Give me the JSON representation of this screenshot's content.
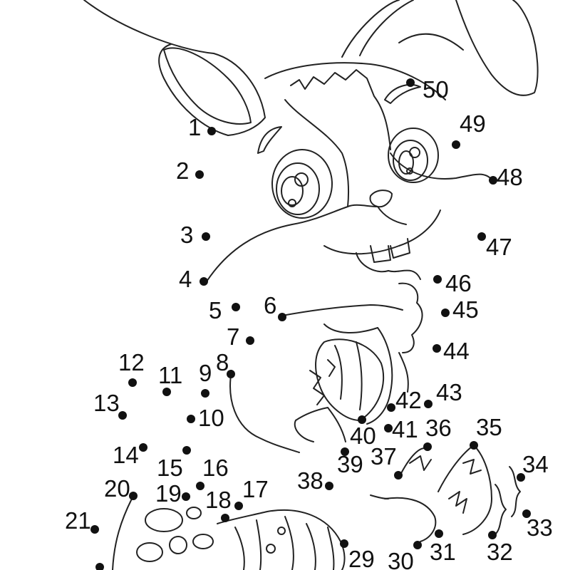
{
  "dots": [
    {
      "n": 1,
      "label": "1"
    },
    {
      "n": 2,
      "label": "2"
    },
    {
      "n": 3,
      "label": "3"
    },
    {
      "n": 4,
      "label": "4"
    },
    {
      "n": 5,
      "label": "5"
    },
    {
      "n": 6,
      "label": "6"
    },
    {
      "n": 7,
      "label": "7"
    },
    {
      "n": 8,
      "label": "8"
    },
    {
      "n": 9,
      "label": "9"
    },
    {
      "n": 10,
      "label": "10"
    },
    {
      "n": 11,
      "label": "11"
    },
    {
      "n": 12,
      "label": "12"
    },
    {
      "n": 13,
      "label": "13"
    },
    {
      "n": 14,
      "label": "14"
    },
    {
      "n": 15,
      "label": "15"
    },
    {
      "n": 16,
      "label": "16"
    },
    {
      "n": 17,
      "label": "17"
    },
    {
      "n": 18,
      "label": "18"
    },
    {
      "n": 19,
      "label": "19"
    },
    {
      "n": 20,
      "label": "20"
    },
    {
      "n": 21,
      "label": "21"
    },
    {
      "n": 29,
      "label": "29"
    },
    {
      "n": 30,
      "label": "30"
    },
    {
      "n": 31,
      "label": "31"
    },
    {
      "n": 32,
      "label": "32"
    },
    {
      "n": 33,
      "label": "33"
    },
    {
      "n": 34,
      "label": "34"
    },
    {
      "n": 35,
      "label": "35"
    },
    {
      "n": 36,
      "label": "36"
    },
    {
      "n": 37,
      "label": "37"
    },
    {
      "n": 38,
      "label": "38"
    },
    {
      "n": 39,
      "label": "39"
    },
    {
      "n": 40,
      "label": "40"
    },
    {
      "n": 41,
      "label": "41"
    },
    {
      "n": 42,
      "label": "42"
    },
    {
      "n": 43,
      "label": "43"
    },
    {
      "n": 44,
      "label": "44"
    },
    {
      "n": 45,
      "label": "45"
    },
    {
      "n": 46,
      "label": "46"
    },
    {
      "n": 47,
      "label": "47"
    },
    {
      "n": 48,
      "label": "48"
    },
    {
      "n": 49,
      "label": "49"
    },
    {
      "n": 50,
      "label": "50"
    }
  ],
  "colors": {
    "ink": "#111111",
    "paper": "#ffffff"
  }
}
